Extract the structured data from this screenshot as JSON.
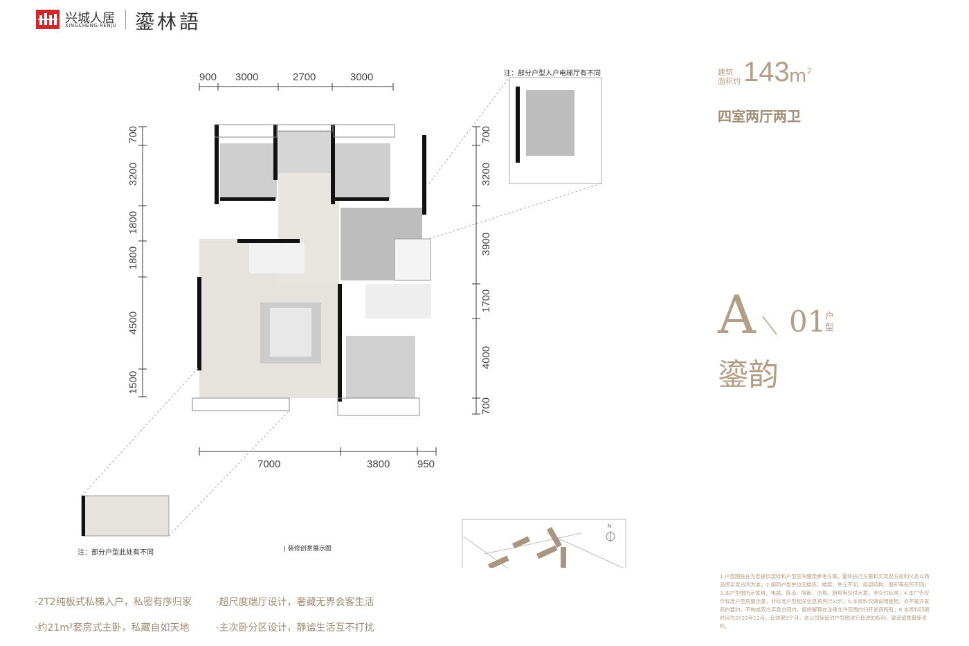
{
  "brand": {
    "name_cn": "兴城人居",
    "name_en": "XINGCHENG·RENJU",
    "project": "鎏林語"
  },
  "dimensions": {
    "top": [
      "900",
      "3000",
      "2700",
      "3000"
    ],
    "left": [
      "700",
      "3200",
      "1800",
      "1800",
      "4500",
      "1500"
    ],
    "right": [
      "700",
      "3200",
      "3900",
      "1700",
      "4000",
      "700"
    ],
    "bottom": [
      "7000",
      "3800",
      "950"
    ]
  },
  "notes": {
    "lobby": "注：部分户型入户电梯厅有不同",
    "balcony": "注：部分户型此处有不同",
    "caption": "| 装修创意展示图"
  },
  "unit": {
    "area_label_1": "建筑",
    "area_label_2": "面积约",
    "area_value": "143",
    "area_unit": "m",
    "area_sup": "2",
    "layout": "四室两厅两卫",
    "type_letter": "A",
    "type_number": "01",
    "type_suffix_1": "户",
    "type_suffix_2": "型",
    "type_name": "鎏韵"
  },
  "compass": "N",
  "features": [
    "·2T2纯板式私梯入户，私密有序归家",
    "·超尺度端厅设计，奢藏无界会客生活",
    "·约21m²套房式主卧，私藏自如天地",
    "·主次卧分区设计，静谧生活互不打扰"
  ],
  "disclaimer": "1.户型图旨在为您提供装修和户型空间使用参考方案，最终执行方案和买卖双方权利义务以商品房买卖合同为准；2.相同户型单位因楼栋、楼层、单元不同，局部结构、面积等有所不同；3.本户型图所示家具、电器、陈设、隔断、洁具、厨具等仅供示意，非交付标准；4.本广告仅作标准户型房屋示意，非标准户型相关信息将另行公示；5.本资料仅做说明使用，亦不是开发商的要约，不构成双方买卖合同内，最终解释在法律允许范围内归开发商所有；6.本资料印刷时间为2022年12月，有效期3个月，本公司保留对户型图进行修改的权利，敬请留意最新资料。",
  "colors": {
    "accent": "#b39d87",
    "logo": "#d0282a",
    "floor": "#e6e3df",
    "room": "#bdbdbd"
  }
}
